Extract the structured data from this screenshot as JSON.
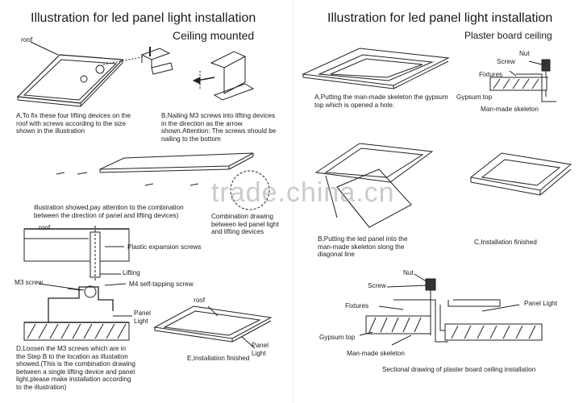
{
  "left_header": {
    "title": "Illustration for led panel light installation",
    "subtitle": "Ceiling mounted"
  },
  "right_header": {
    "title": "Illustration for led panel light installation",
    "subtitle": "Plaster board ceiling"
  },
  "watermark": "trade.china.cn",
  "left_panel": {
    "roof_label": "roof",
    "step_a": "A,To fix these four lifting devices on the roof with screws according to the size shown in the illustration",
    "step_b": "B,Nailing M3 screws into lifting devices in the direction as the arrow shown.Attention: The screws should be nailing to the bottom",
    "step_c_line1": "illustration showed,pay attention to the combination",
    "step_c_line2": "between the direction of panel and lifting devices)",
    "combination_label": "Combination drawing between led panel light and lifting devices",
    "detail_roof": "roof",
    "plastic_screws": "Plastic expansion screws",
    "lifting": "Lifting",
    "m3_screw": "M3 screw",
    "m4_screw": "M4 self-tapping screw",
    "panel_light": "Panel Light",
    "step_d": "D,Loosen the M3 screws which are in the Step B to the location as illustation showed.(This is the combination drawing between a single lifting device and panel light,please make installation according to the illustration)",
    "roof_e": "roof",
    "panel_light_e": "Panel Light",
    "step_e": "E,Installation finished"
  },
  "right_panel": {
    "nut": "Nut",
    "screw": "Screw",
    "fixtures": "Fixtures",
    "gypsum_top": "Gypsum top",
    "man_made_skeleton": "Man-made skeleton",
    "step_a": "A,Putting the man-made skeleton the gypsum top which is opened a hole.",
    "step_b": "B,Putting the led panel into the man-made skeleton slong the diagonal line",
    "step_c": "C,Installation finished",
    "sec_nut": "Nut",
    "sec_screw": "Screw",
    "sec_fixtures": "Fixtures",
    "sec_panel_light": "Panel Light",
    "sec_gypsum_top": "Gypsum top",
    "sec_skeleton": "Man-made skeleton",
    "sectional_caption": "Sectional drawing of plaster board ceiling installation"
  }
}
